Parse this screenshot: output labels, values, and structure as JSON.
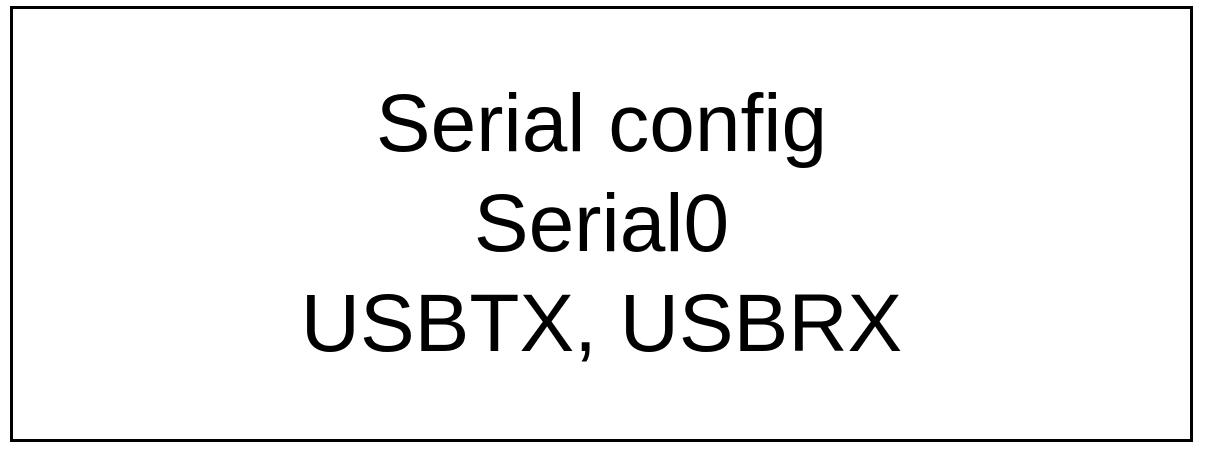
{
  "block": {
    "title": "Serial config",
    "port": "Serial0",
    "pins": "USBTX, USBRX"
  },
  "colors": {
    "border": "#000000",
    "background": "#ffffff",
    "text": "#000000"
  }
}
